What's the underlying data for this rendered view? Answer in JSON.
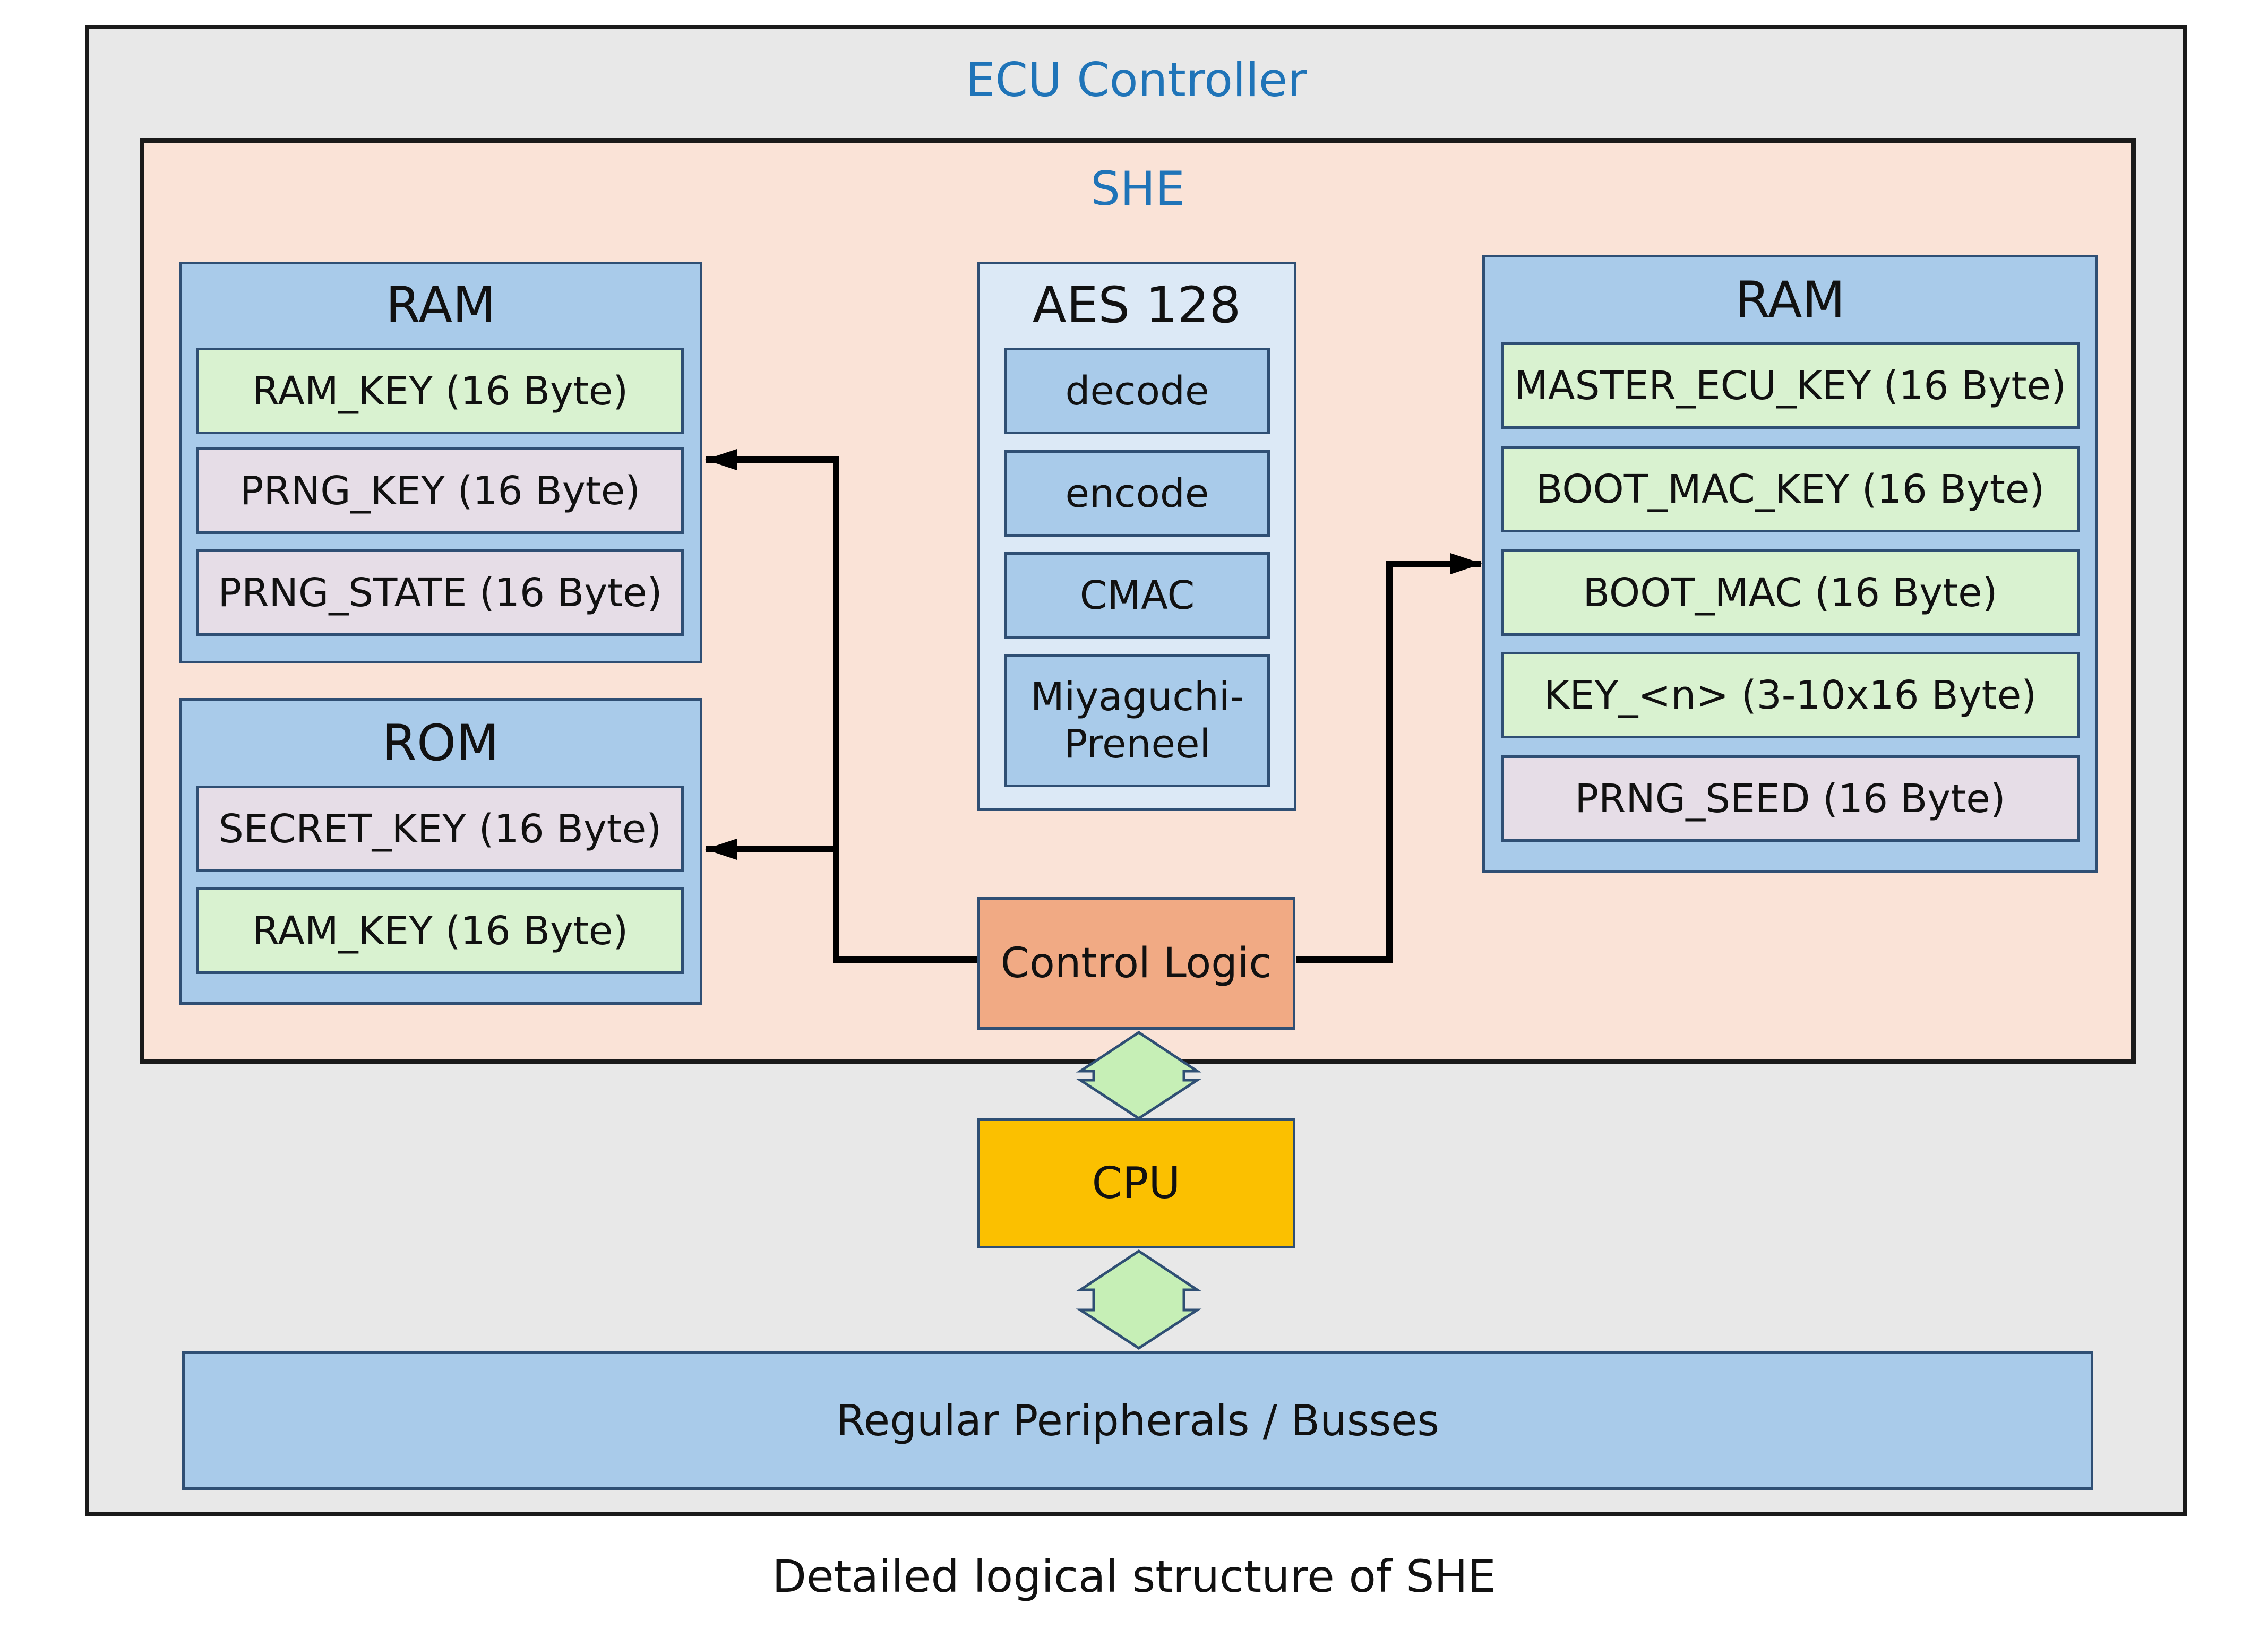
{
  "ecu": {
    "title": "ECU Controller"
  },
  "she": {
    "title": "SHE",
    "ram_left": {
      "title": "RAM",
      "slots": [
        "RAM_KEY (16 Byte)",
        "PRNG_KEY (16 Byte)",
        "PRNG_STATE (16 Byte)"
      ]
    },
    "rom": {
      "title": "ROM",
      "slots": [
        "SECRET_KEY (16 Byte)",
        "RAM_KEY (16 Byte)"
      ]
    },
    "aes": {
      "title": "AES 128",
      "ops": [
        "decode",
        "encode",
        "CMAC",
        "Miyaguchi-\nPreneel"
      ]
    },
    "ram_right": {
      "title": "RAM",
      "slots": [
        "MASTER_ECU_KEY (16 Byte)",
        "BOOT_MAC_KEY (16 Byte)",
        "BOOT_MAC (16 Byte)",
        "KEY_<n> (3-10x16 Byte)",
        "PRNG_SEED (16 Byte)"
      ]
    },
    "control_logic": "Control Logic"
  },
  "cpu": "CPU",
  "peripherals": "Regular Peripherals / Busses",
  "caption": "Detailed logical structure of SHE",
  "colors": {
    "title_blue": "#1f74b8",
    "ecu_bg": "#e8e8e8",
    "she_bg": "#fae3d7",
    "memory_blue": "#a9cbea",
    "key_green": "#d9f2d0",
    "key_lilac": "#e6dde7",
    "aes_bg": "#dce9f6",
    "control_orange": "#f1aa84",
    "cpu_yellow": "#fbc000",
    "bus_arrow_green": "#c6efb6"
  }
}
